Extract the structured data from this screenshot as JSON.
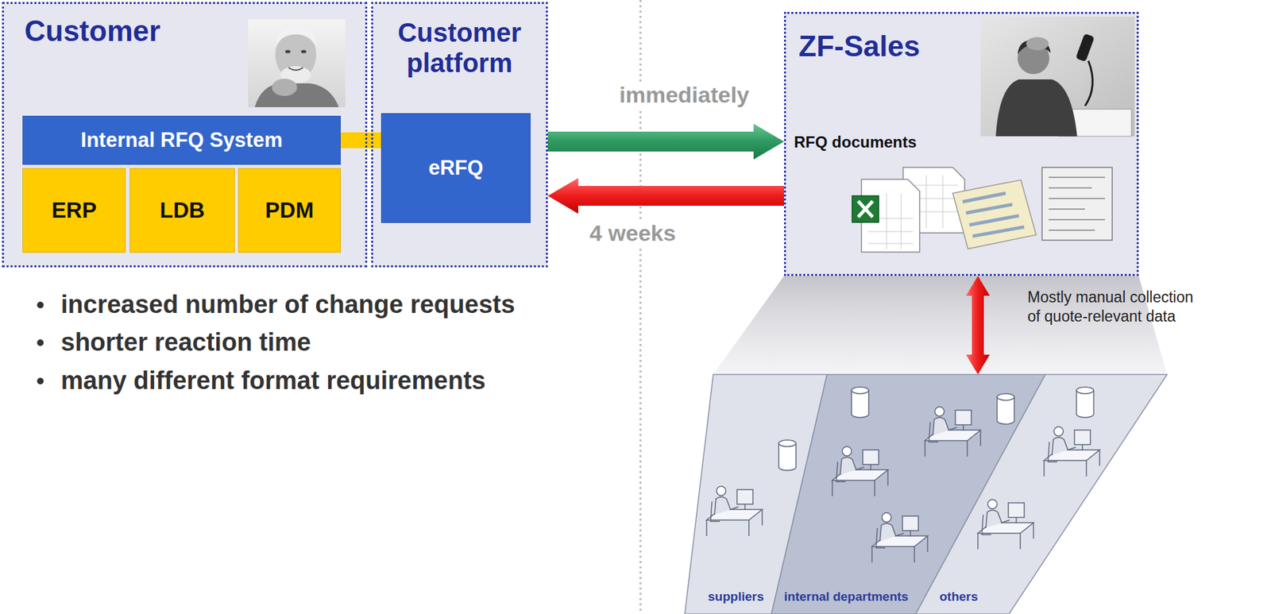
{
  "diagram": {
    "nodes": [
      {
        "text": [
          "Customer"
        ]
      },
      {
        "text": [
          "Internal RFQ System"
        ],
        "in": 0
      },
      {
        "text": [
          "ERP"
        ],
        "in": 0
      },
      {
        "text": [
          "LDB"
        ],
        "in": 0
      },
      {
        "text": [
          "PDM"
        ],
        "in": 0
      },
      {
        "text": [
          "Customer platform"
        ]
      },
      {
        "text": [
          "eRFQ"
        ],
        "in": 5
      },
      {
        "text": [
          "ZF-Sales",
          "RFQ documents"
        ]
      },
      {
        "text": [
          "suppliers"
        ]
      },
      {
        "text": [
          "internal departments"
        ]
      },
      {
        "text": [
          "others"
        ]
      }
    ],
    "edges": [
      {
        "from": 1,
        "to": 6,
        "arrow": "none"
      },
      {
        "from": 5,
        "to": 7,
        "label": "immediately",
        "arrow": "to"
      },
      {
        "from": 7,
        "to": 5,
        "label": "4 weeks",
        "arrow": "to"
      },
      {
        "from": 7,
        "to": 9,
        "label": "Mostly manual collection of quote-relevant data",
        "arrow": "both"
      }
    ],
    "labels": [
      "increased number of change requests",
      "shorter reaction time",
      "many different format requirements"
    ]
  }
}
